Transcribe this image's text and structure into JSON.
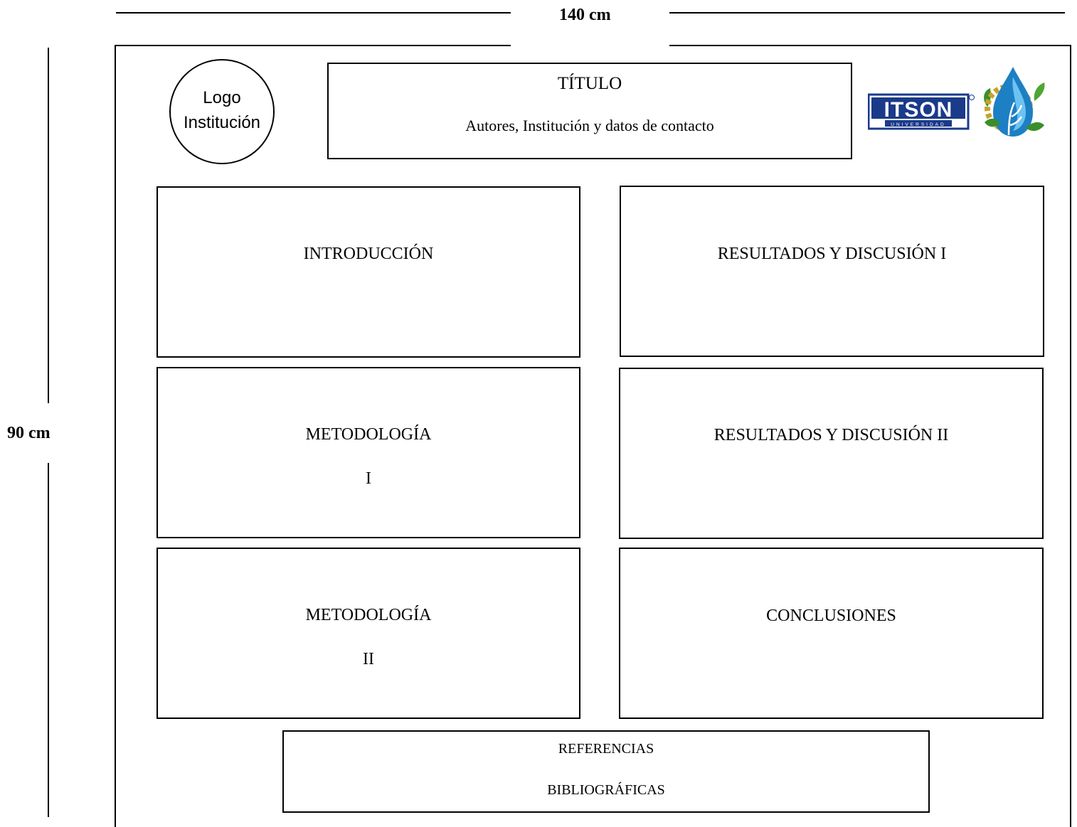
{
  "dimensions": {
    "width_label": "140 cm",
    "height_label": "90 cm"
  },
  "header": {
    "logo_placeholder": {
      "line1": "Logo",
      "line2": "Institución"
    },
    "title_box": {
      "title": "TÍTULO",
      "subtitle": "Autores, Institución y datos de contacto"
    },
    "brand_logo": {
      "text": "ITSON",
      "subtext": "UNIVERSIDAD"
    },
    "emblem": {
      "icon": "water-drop-gear-leaf-emblem"
    }
  },
  "sections": {
    "introduccion": {
      "line1": "INTRODUCCIÓN"
    },
    "metodologia1": {
      "line1": "METODOLOGÍA",
      "line2": "I"
    },
    "metodologia2": {
      "line1": "METODOLOGÍA",
      "line2": "II"
    },
    "resultados1": {
      "line1": "RESULTADOS Y DISCUSIÓN I"
    },
    "resultados2": {
      "line1": "RESULTADOS Y DISCUSIÓN II"
    },
    "conclusiones": {
      "line1": "CONCLUSIONES"
    },
    "referencias": {
      "line1": "REFERENCIAS",
      "line2": "BIBLIOGRÁFICAS"
    }
  },
  "colors": {
    "line": "#000000",
    "brand_blue": "#1a3a8a",
    "emblem_blue": "#1d7fc4",
    "emblem_gold": "#c9a227",
    "emblem_green": "#3a8f2a"
  }
}
